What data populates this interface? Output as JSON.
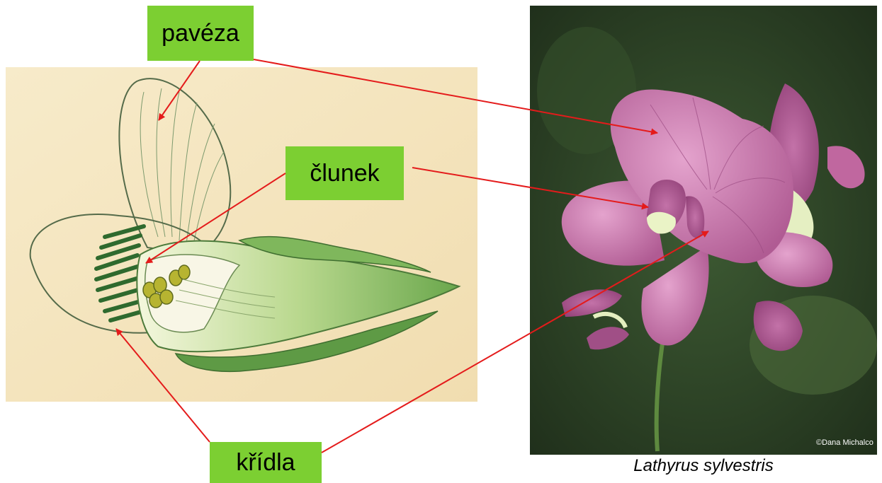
{
  "labels": {
    "paveza": "pavéza",
    "clunek": "člunek",
    "kridla": "křídla"
  },
  "caption": "Lathyrus sylvestris",
  "photo_credit": "©Dana Michalco",
  "colors": {
    "label_background": "#7ccf32",
    "arrow": "#e41b1b",
    "illustration_background": "#f5e6c1",
    "petal_pink": "#c86aa6"
  }
}
